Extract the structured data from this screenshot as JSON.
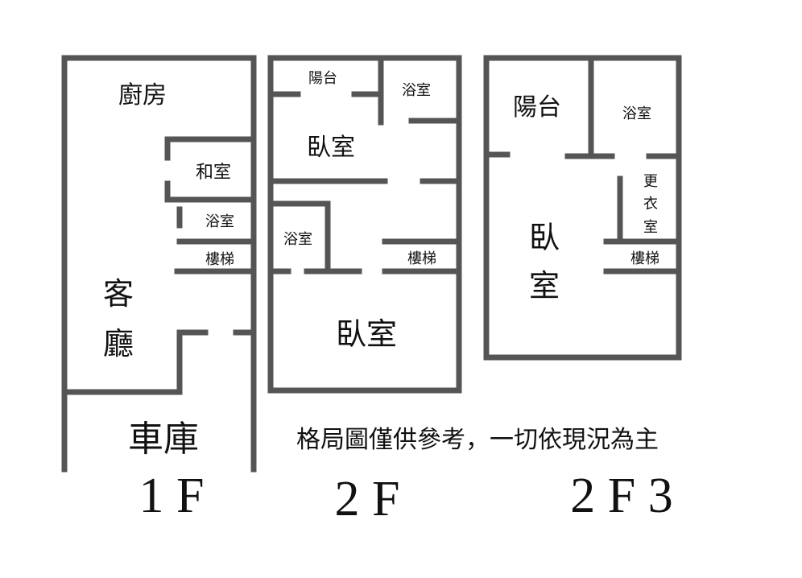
{
  "floor_1f": {
    "kitchen": "廚房",
    "tatami_room": "和室",
    "bathroom": "浴室",
    "stairs": "樓梯",
    "living_room_char1": "客",
    "living_room_char2": "廳",
    "garage": "車庫",
    "floor_label": "1 F"
  },
  "floor_2f": {
    "balcony": "陽台",
    "bathroom_top": "浴室",
    "bedroom_top": "臥室",
    "bathroom_mid": "浴室",
    "stairs": "樓梯",
    "bedroom_bottom": "臥室",
    "floor_label": "2 F"
  },
  "floor_2f3": {
    "balcony": "陽台",
    "bathroom": "浴室",
    "closet_char1": "更",
    "closet_char2": "衣",
    "closet_char3": "室",
    "stairs": "樓梯",
    "bedroom_char1": "臥",
    "bedroom_char2": "室",
    "floor_label": "2 F 3"
  },
  "disclaimer": "格局圖僅供參考，一切依現況為主",
  "colors": {
    "wall": "#555555",
    "text": "#111111",
    "background": "#ffffff"
  }
}
